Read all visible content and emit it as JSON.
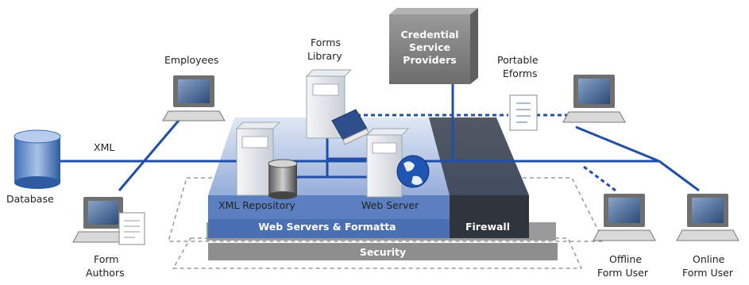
{
  "labels": {
    "employees": "Employees",
    "forms_library": [
      "Forms",
      "Library"
    ],
    "credential": [
      "Credential",
      "Service",
      "Providers"
    ],
    "portable_eforms": [
      "Portable",
      "Eforms"
    ],
    "xml": "XML",
    "database": "Database",
    "xml_repository": "XML Repository",
    "web_server": "Web Server",
    "web_servers_formatta": "Web Servers & Formatta",
    "firewall": "Firewall",
    "security": "Security",
    "form_authors": [
      "Form",
      "Authors"
    ],
    "offline_form_user": [
      "Offline",
      "Form User"
    ],
    "online_form_user": [
      "Online",
      "Form User"
    ]
  },
  "colors": {
    "network_line": "#1f4fa8",
    "platform": "#5b7fc0",
    "platform_light": "#c7d6ee",
    "firewall": "#30343c",
    "security": "#8e8e8e",
    "credential_box": "#7d7d7d"
  },
  "icons": [
    "computer-icon",
    "server-icon",
    "database-icon",
    "globe-icon",
    "book-icon",
    "document-icon"
  ]
}
